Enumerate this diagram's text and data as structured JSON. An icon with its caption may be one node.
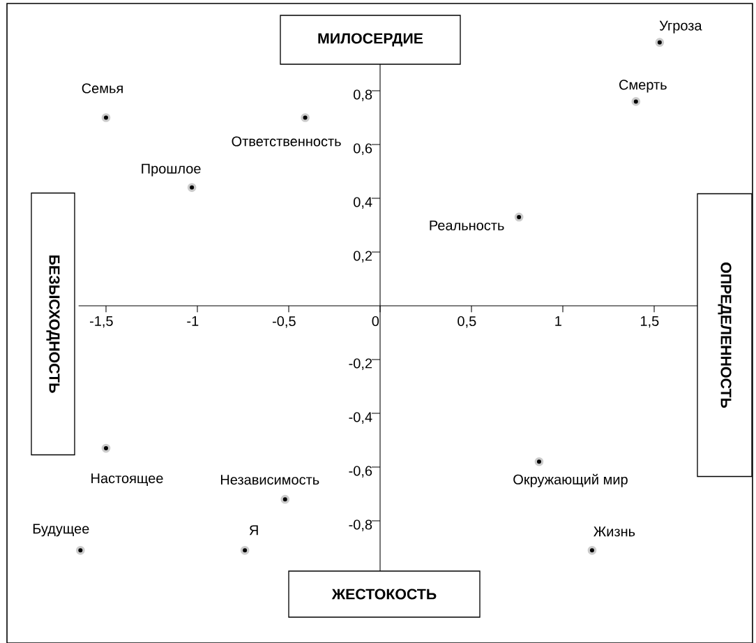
{
  "diagram": {
    "nodes": [
      {
        "text": [
          "МИЛОСЕРДИЕ"
        ]
      },
      {
        "text": [
          "БЕЗЫСХОДНОСТЬ"
        ]
      },
      {
        "text": [
          "ОПРЕДЕЛЕННОСТЬ"
        ]
      },
      {
        "text": [
          "ЖЕСТОКОСТЬ"
        ]
      }
    ],
    "chart_data": {
      "type": "scatter",
      "xlim": [
        -1.65,
        1.75
      ],
      "ylim": [
        -1,
        1
      ],
      "xticks": [
        {
          "value": -1.5,
          "label": "-1,5"
        },
        {
          "value": -1,
          "label": "-1"
        },
        {
          "value": -0.5,
          "label": "-0,5"
        },
        {
          "value": 0,
          "label": "0"
        },
        {
          "value": 0.5,
          "label": "0,5"
        },
        {
          "value": 1,
          "label": "1"
        },
        {
          "value": 1.5,
          "label": "1,5"
        }
      ],
      "yticks": [
        {
          "value": 0.8,
          "label": "0,8"
        },
        {
          "value": 0.6,
          "label": "0,6"
        },
        {
          "value": 0.4,
          "label": "0,4"
        },
        {
          "value": 0.2,
          "label": "0,2"
        },
        {
          "value": -0.2,
          "label": "-0,2"
        },
        {
          "value": -0.4,
          "label": "-0,4"
        },
        {
          "value": -0.6,
          "label": "-0,6"
        },
        {
          "value": -0.8,
          "label": "-0,8"
        }
      ],
      "x": [
        1.53,
        1.4,
        -1.5,
        -0.41,
        -1.03,
        0.76,
        -1.5,
        -0.52,
        0.87,
        -1.64,
        -0.74,
        1.16
      ],
      "series": [
        {
          "values": [
            0.98,
            0.76,
            0.7,
            0.7,
            0.44,
            0.33,
            -0.53,
            -0.72,
            -0.58,
            -0.91,
            -0.91,
            -0.91
          ]
        }
      ],
      "annotations": [
        "Угроза",
        "Смерть",
        "Семья",
        "Ответственность",
        "Прошлое",
        "Реальность",
        "Настоящее",
        "Независимость",
        "Окружающий мир",
        "Будущее",
        "Я",
        "Жизнь"
      ]
    }
  }
}
